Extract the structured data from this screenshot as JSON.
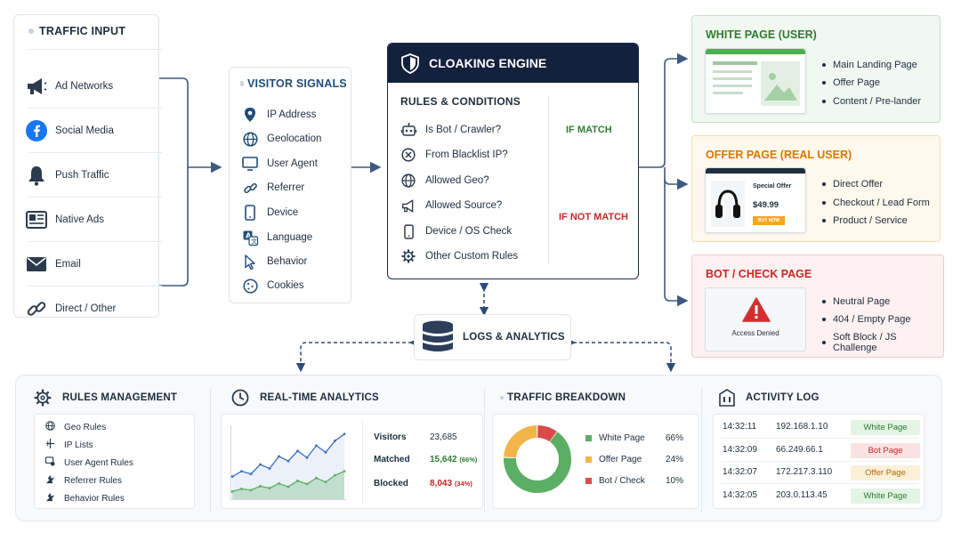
{
  "traffic": {
    "title": "TRAFFIC INPUT",
    "items": [
      {
        "label": "Ad Networks",
        "icon": "megaphone-icon"
      },
      {
        "label": "Social Media",
        "icon": "facebook-icon"
      },
      {
        "label": "Push Traffic",
        "icon": "bell-icon"
      },
      {
        "label": "Native Ads",
        "icon": "newspaper-icon"
      },
      {
        "label": "Email",
        "icon": "envelope-icon"
      },
      {
        "label": "Direct / Other",
        "icon": "link-icon"
      }
    ]
  },
  "signals": {
    "title": "VISITOR SIGNALS",
    "items": [
      {
        "label": "IP Address",
        "icon": "location-pin-icon"
      },
      {
        "label": "Geolocation",
        "icon": "globe-icon"
      },
      {
        "label": "User Agent",
        "icon": "monitor-icon"
      },
      {
        "label": "Referrer",
        "icon": "link-icon"
      },
      {
        "label": "Device",
        "icon": "phone-icon"
      },
      {
        "label": "Language",
        "icon": "translate-icon"
      },
      {
        "label": "Behavior",
        "icon": "cursor-icon"
      },
      {
        "label": "Cookies",
        "icon": "cookie-icon"
      }
    ]
  },
  "engine": {
    "title": "CLOAKING ENGINE",
    "rules_title": "RULES & CONDITIONS",
    "rules": [
      {
        "label": "Is Bot / Crawler?",
        "icon": "robot-icon"
      },
      {
        "label": "From Blacklist IP?",
        "icon": "blocked-icon"
      },
      {
        "label": "Allowed Geo?",
        "icon": "globe-icon"
      },
      {
        "label": "Allowed Source?",
        "icon": "megaphone-icon"
      },
      {
        "label": "Device / OS Check",
        "icon": "phone-icon"
      },
      {
        "label": "Other Custom Rules",
        "icon": "gear-icon"
      }
    ],
    "match_label": "IF MATCH",
    "no_match_label": "IF NOT MATCH"
  },
  "outputs": {
    "white": {
      "title": "WHITE PAGE (USER)",
      "bullets": [
        "Main Landing Page",
        "Offer Page",
        "Content / Pre-lander"
      ]
    },
    "offer": {
      "title": "OFFER PAGE (REAL USER)",
      "bullets": [
        "Direct Offer",
        "Checkout / Lead Form",
        "Product / Service"
      ],
      "mock_title": "Special Offer",
      "mock_price": "$49.99",
      "mock_button": "BUY NOW"
    },
    "bot": {
      "title": "BOT / CHECK PAGE",
      "bullets": [
        "Neutral Page",
        "404 / Empty Page",
        "Soft Block / JS Challenge"
      ],
      "mock_text": "Access Denied"
    }
  },
  "logs": {
    "title": "LOGS & ANALYTICS"
  },
  "rules_management": {
    "title": "RULES MANAGEMENT",
    "items": [
      {
        "label": "Geo Rules",
        "icon": "globe-icon"
      },
      {
        "label": "IP Lists",
        "icon": "network-icon"
      },
      {
        "label": "User Agent Rules",
        "icon": "user-agent-icon"
      },
      {
        "label": "Referrer Rules",
        "icon": "referrer-icon"
      },
      {
        "label": "Behavior Rules",
        "icon": "behavior-icon"
      }
    ]
  },
  "realtime": {
    "title": "REAL-TIME ANALYTICS",
    "stats": [
      {
        "label": "Visitors",
        "value": "23,685",
        "pct": ""
      },
      {
        "label": "Matched",
        "value": "15,642",
        "pct": "(66%)"
      },
      {
        "label": "Blocked",
        "value": "8,043",
        "pct": "(34%)"
      }
    ],
    "series": [
      {
        "values": [
          32,
          40,
          36,
          50,
          44,
          62,
          55,
          70,
          60,
          78,
          68,
          85,
          95
        ]
      },
      {
        "values": [
          10,
          14,
          12,
          18,
          15,
          22,
          17,
          26,
          21,
          30,
          24,
          34,
          40
        ]
      }
    ]
  },
  "breakdown": {
    "title": "TRAFFIC BREAKDOWN",
    "slices": [
      {
        "label": "White Page",
        "value": 66,
        "pct": "66%",
        "color": "#5aaf64"
      },
      {
        "label": "Offer Page",
        "value": 24,
        "pct": "24%",
        "color": "#f2b54a"
      },
      {
        "label": "Bot / Check",
        "value": 10,
        "pct": "10%",
        "color": "#d94a4a"
      }
    ]
  },
  "activity": {
    "title": "ACTIVITY LOG",
    "rows": [
      {
        "time": "14:32:11",
        "ip": "192.168.1.10",
        "badge": "White Page",
        "kind": "white"
      },
      {
        "time": "14:32:09",
        "ip": "66.249.66.1",
        "badge": "Bot Page",
        "kind": "bot"
      },
      {
        "time": "14:32:07",
        "ip": "172.217.3.110",
        "badge": "Offer Page",
        "kind": "offer"
      },
      {
        "time": "14:32:05",
        "ip": "203.0.113.45",
        "badge": "White Page",
        "kind": "white"
      }
    ]
  },
  "colors": {
    "navy": "#14213d",
    "green": "#2e7d32",
    "red": "#c62828",
    "orange": "#d97706",
    "white_bg": "#f1f8f1",
    "offer_bg": "#fff8ec",
    "bot_bg": "#fdf1f1"
  }
}
